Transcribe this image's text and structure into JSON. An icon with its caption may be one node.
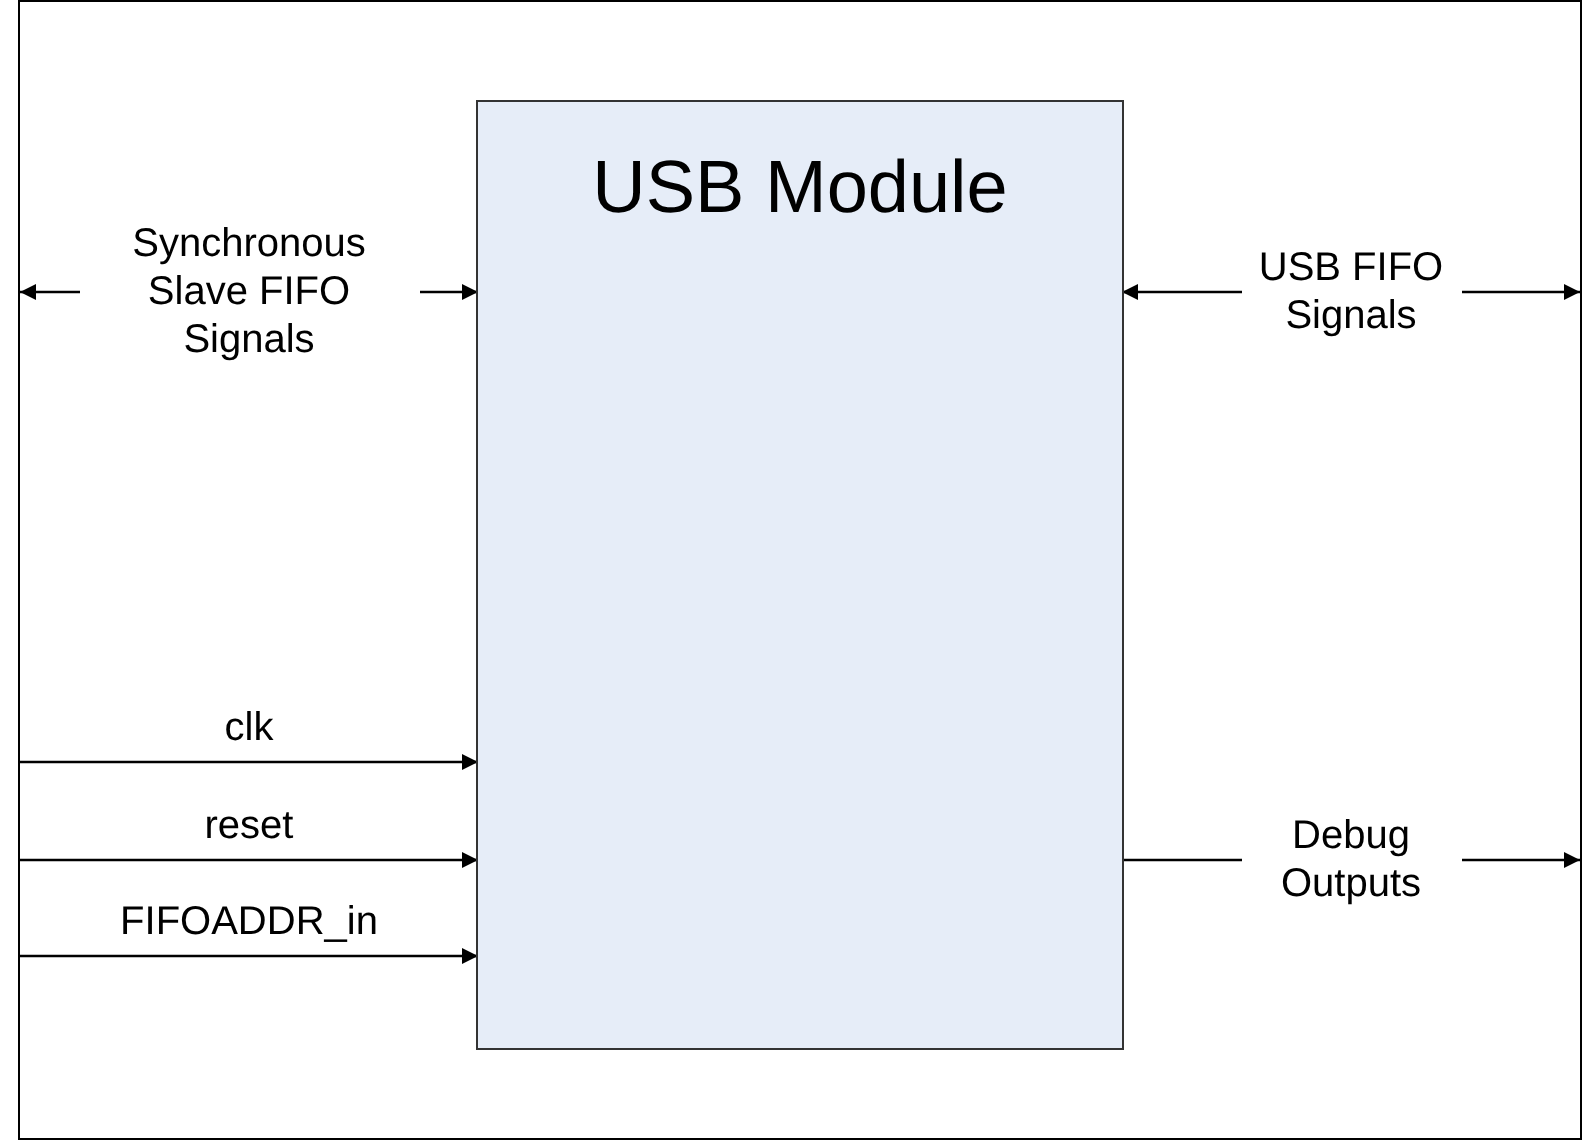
{
  "diagram": {
    "nodes": [
      {
        "text": [],
        "shape": "box"
      },
      {
        "text": [
          "USB Module"
        ],
        "in": 0
      }
    ],
    "edges": [
      {
        "from": 0,
        "to": 1,
        "arrow": "both",
        "label": "Synchronous Slave FIFO Signals"
      },
      {
        "from": 1,
        "to": 0,
        "arrow": "both",
        "label": "USB FIFO Signals"
      },
      {
        "from": 0,
        "to": 1,
        "arrow": "to",
        "label": "clk"
      },
      {
        "from": 0,
        "to": 1,
        "arrow": "to",
        "label": "reset"
      },
      {
        "from": 0,
        "to": 1,
        "arrow": "to",
        "label": "FIFOADDR_in"
      },
      {
        "from": 1,
        "to": 0,
        "arrow": "to",
        "label": "Debug Outputs"
      }
    ]
  }
}
